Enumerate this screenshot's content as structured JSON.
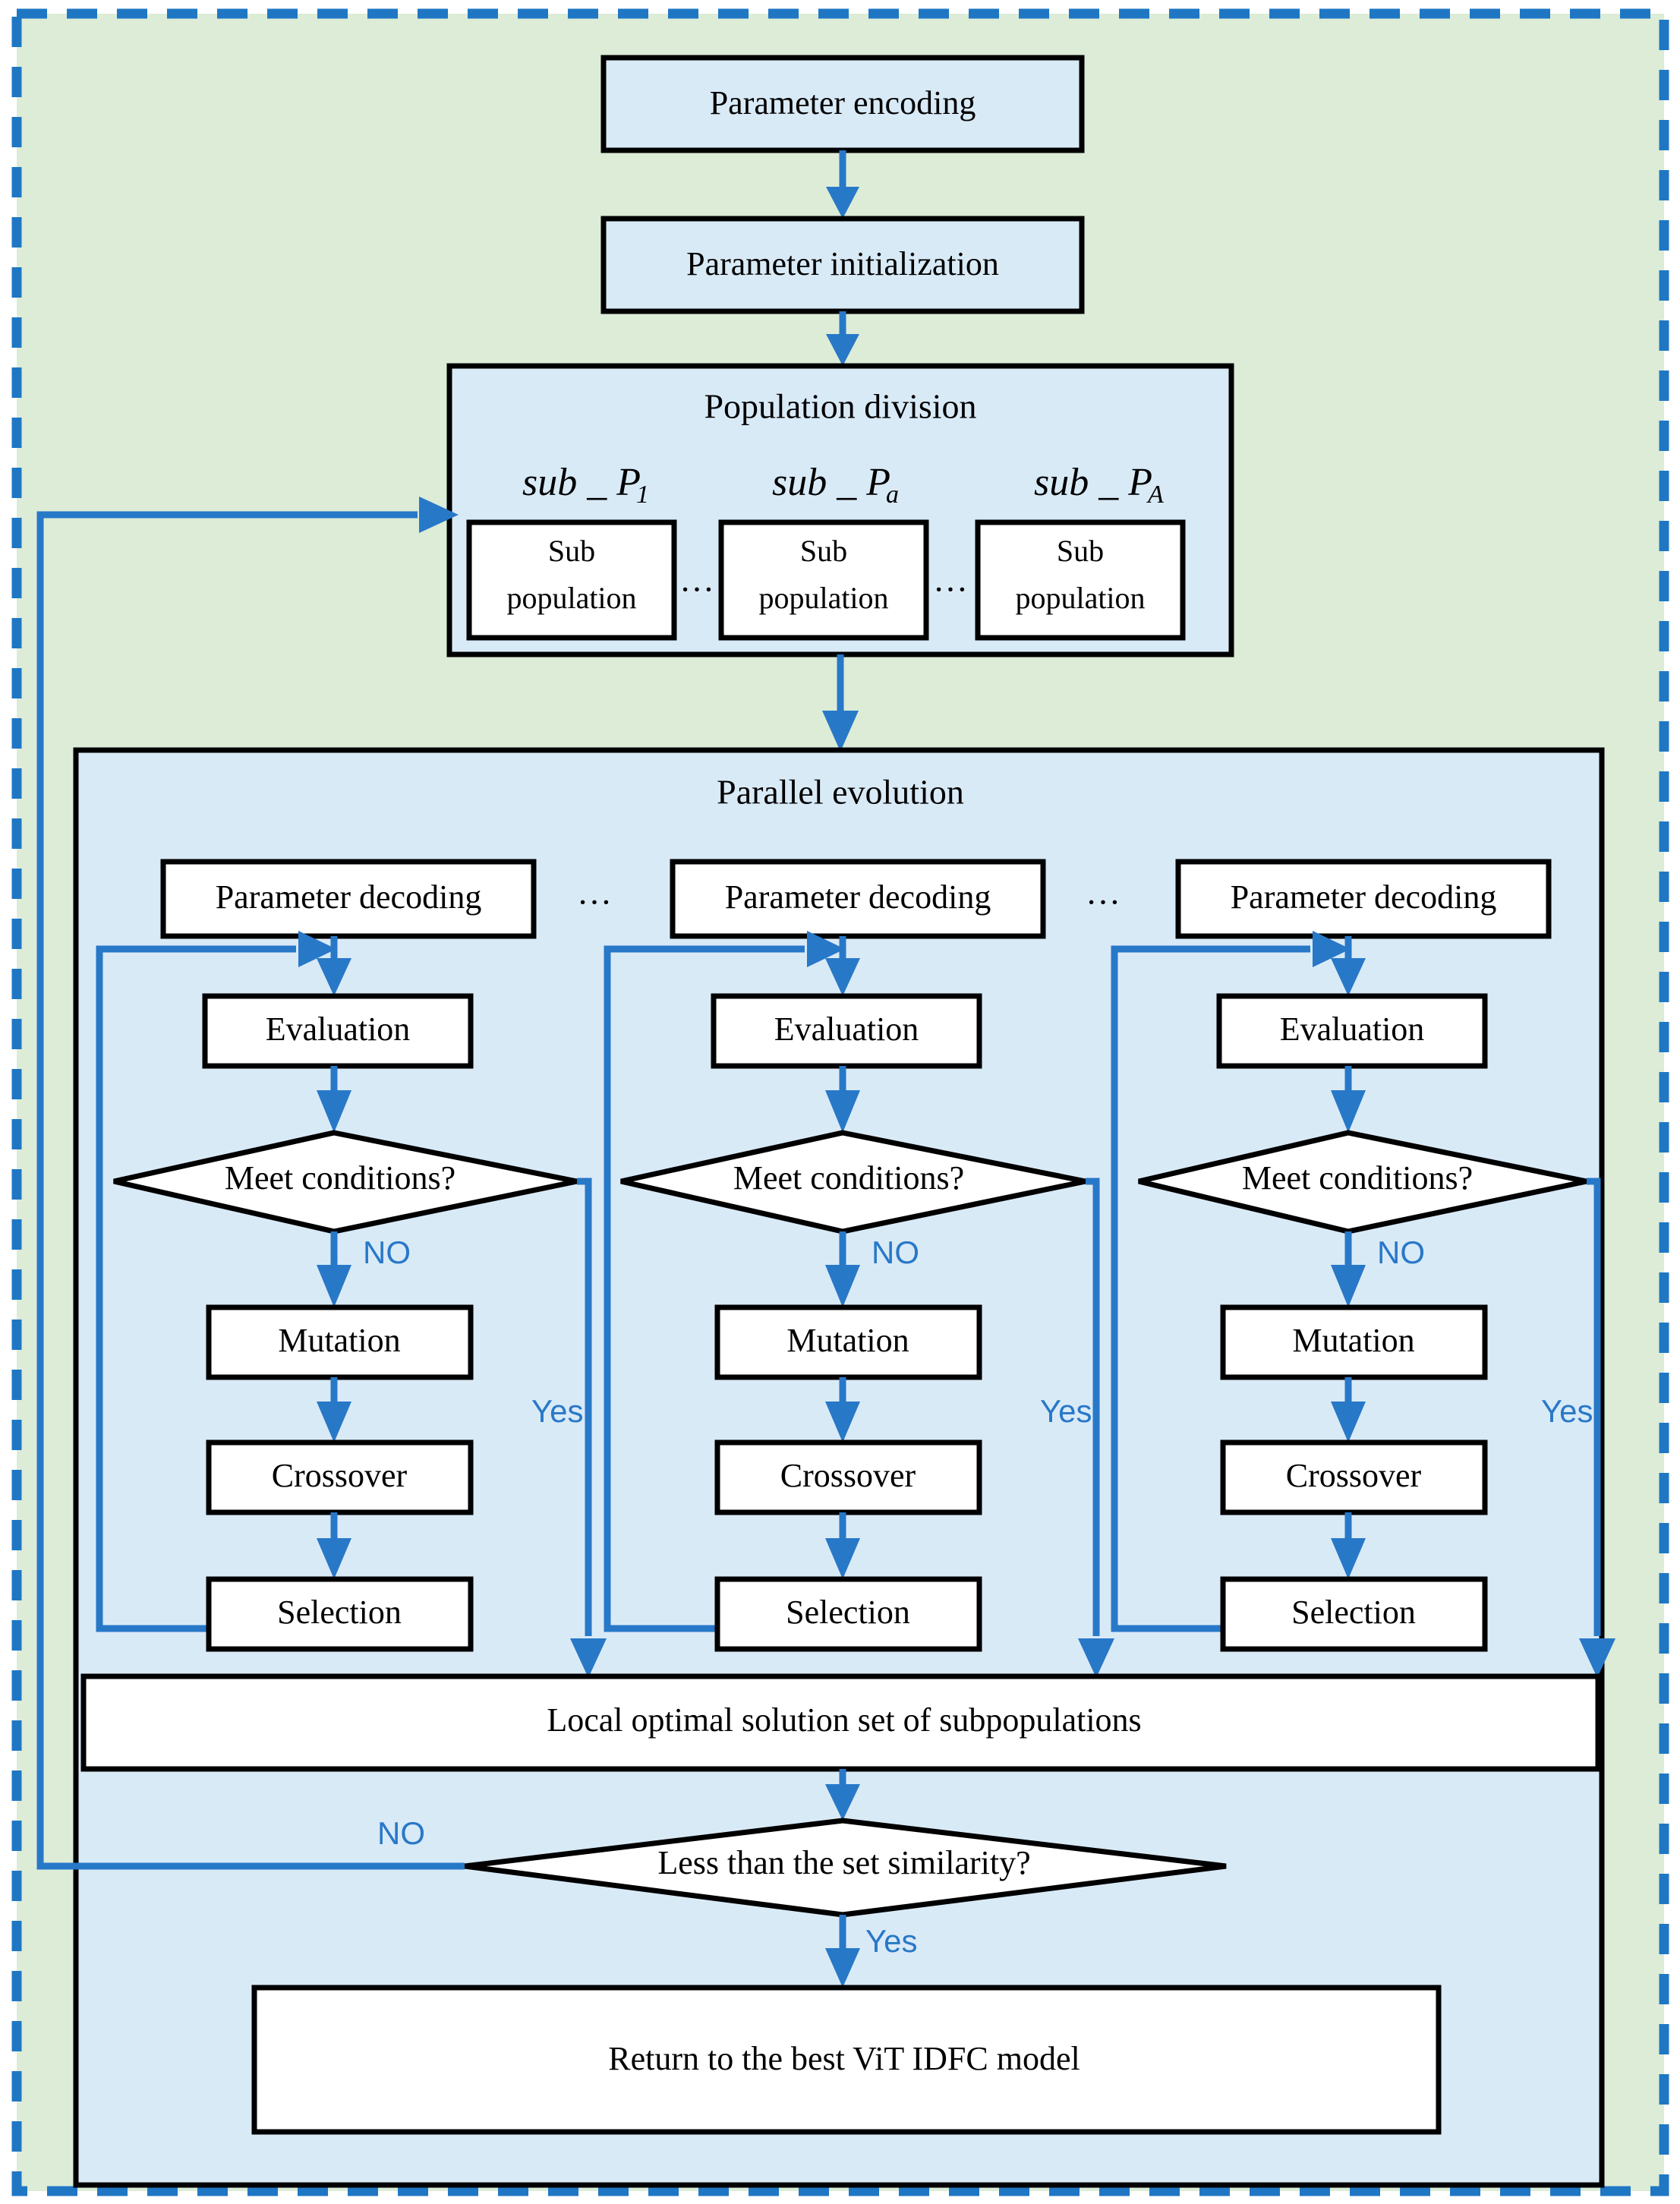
{
  "diagram": {
    "title_semantic": "parallel-genetic-algorithm-flowchart",
    "colors": {
      "outer_dashed_border": "#1f77c4",
      "outer_panel_fill": "#dcecd7",
      "inner_panel_fill": "#d9eaf7",
      "node_fill_blue": "#d9eaf7",
      "node_fill_white": "#ffffff",
      "node_stroke": "#000000",
      "arrow": "#2878c8",
      "label_text": "#2878c8"
    },
    "top_nodes": [
      {
        "id": "parameter-encoding",
        "label": "Parameter encoding"
      },
      {
        "id": "parameter-initialization",
        "label": "Parameter initialization"
      }
    ],
    "population_division": {
      "title": "Population division",
      "columns": [
        {
          "math_base": "sub _ P",
          "math_sub": "1",
          "box_line1": "Sub",
          "box_line2": "population"
        },
        {
          "math_base": "sub _ P",
          "math_sub": "a",
          "box_line1": "Sub",
          "box_line2": "population"
        },
        {
          "math_base": "sub _ P",
          "math_sub": "A",
          "box_line1": "Sub",
          "box_line2": "population"
        }
      ],
      "ellipsis": "…"
    },
    "parallel_evolution": {
      "title": "Parallel evolution",
      "ellipsis": "…",
      "branch_labels": {
        "no": "NO",
        "yes": "Yes"
      },
      "columns": [
        {
          "id": "branch-1",
          "steps": [
            {
              "id": "parameter-decoding",
              "label": "Parameter decoding",
              "shape": "rect"
            },
            {
              "id": "evaluation",
              "label": "Evaluation",
              "shape": "rect"
            },
            {
              "id": "meet-conditions",
              "label": "Meet conditions?",
              "shape": "diamond"
            },
            {
              "id": "mutation",
              "label": "Mutation",
              "shape": "rect"
            },
            {
              "id": "crossover",
              "label": "Crossover",
              "shape": "rect"
            },
            {
              "id": "selection",
              "label": "Selection",
              "shape": "rect"
            }
          ]
        },
        {
          "id": "branch-a",
          "steps": [
            {
              "id": "parameter-decoding",
              "label": "Parameter decoding",
              "shape": "rect"
            },
            {
              "id": "evaluation",
              "label": "Evaluation",
              "shape": "rect"
            },
            {
              "id": "meet-conditions",
              "label": "Meet conditions?",
              "shape": "diamond"
            },
            {
              "id": "mutation",
              "label": "Mutation",
              "shape": "rect"
            },
            {
              "id": "crossover",
              "label": "Crossover",
              "shape": "rect"
            },
            {
              "id": "selection",
              "label": "Selection",
              "shape": "rect"
            }
          ]
        },
        {
          "id": "branch-A",
          "steps": [
            {
              "id": "parameter-decoding",
              "label": "Parameter decoding",
              "shape": "rect"
            },
            {
              "id": "evaluation",
              "label": "Evaluation",
              "shape": "rect"
            },
            {
              "id": "meet-conditions",
              "label": "Meet conditions?",
              "shape": "diamond"
            },
            {
              "id": "mutation",
              "label": "Mutation",
              "shape": "rect"
            },
            {
              "id": "crossover",
              "label": "Crossover",
              "shape": "rect"
            },
            {
              "id": "selection",
              "label": "Selection",
              "shape": "rect"
            }
          ]
        }
      ],
      "aggregate_node": {
        "id": "local-optimal-set",
        "label": "Local optimal solution set of subpopulations"
      },
      "similarity_decision": {
        "id": "less-than-set-similarity",
        "label": "Less than the set similarity?",
        "no_label": "NO",
        "yes_label": "Yes"
      },
      "terminal_node": {
        "id": "return-best-model",
        "label": "Return to the best ViT IDFC model"
      }
    }
  }
}
